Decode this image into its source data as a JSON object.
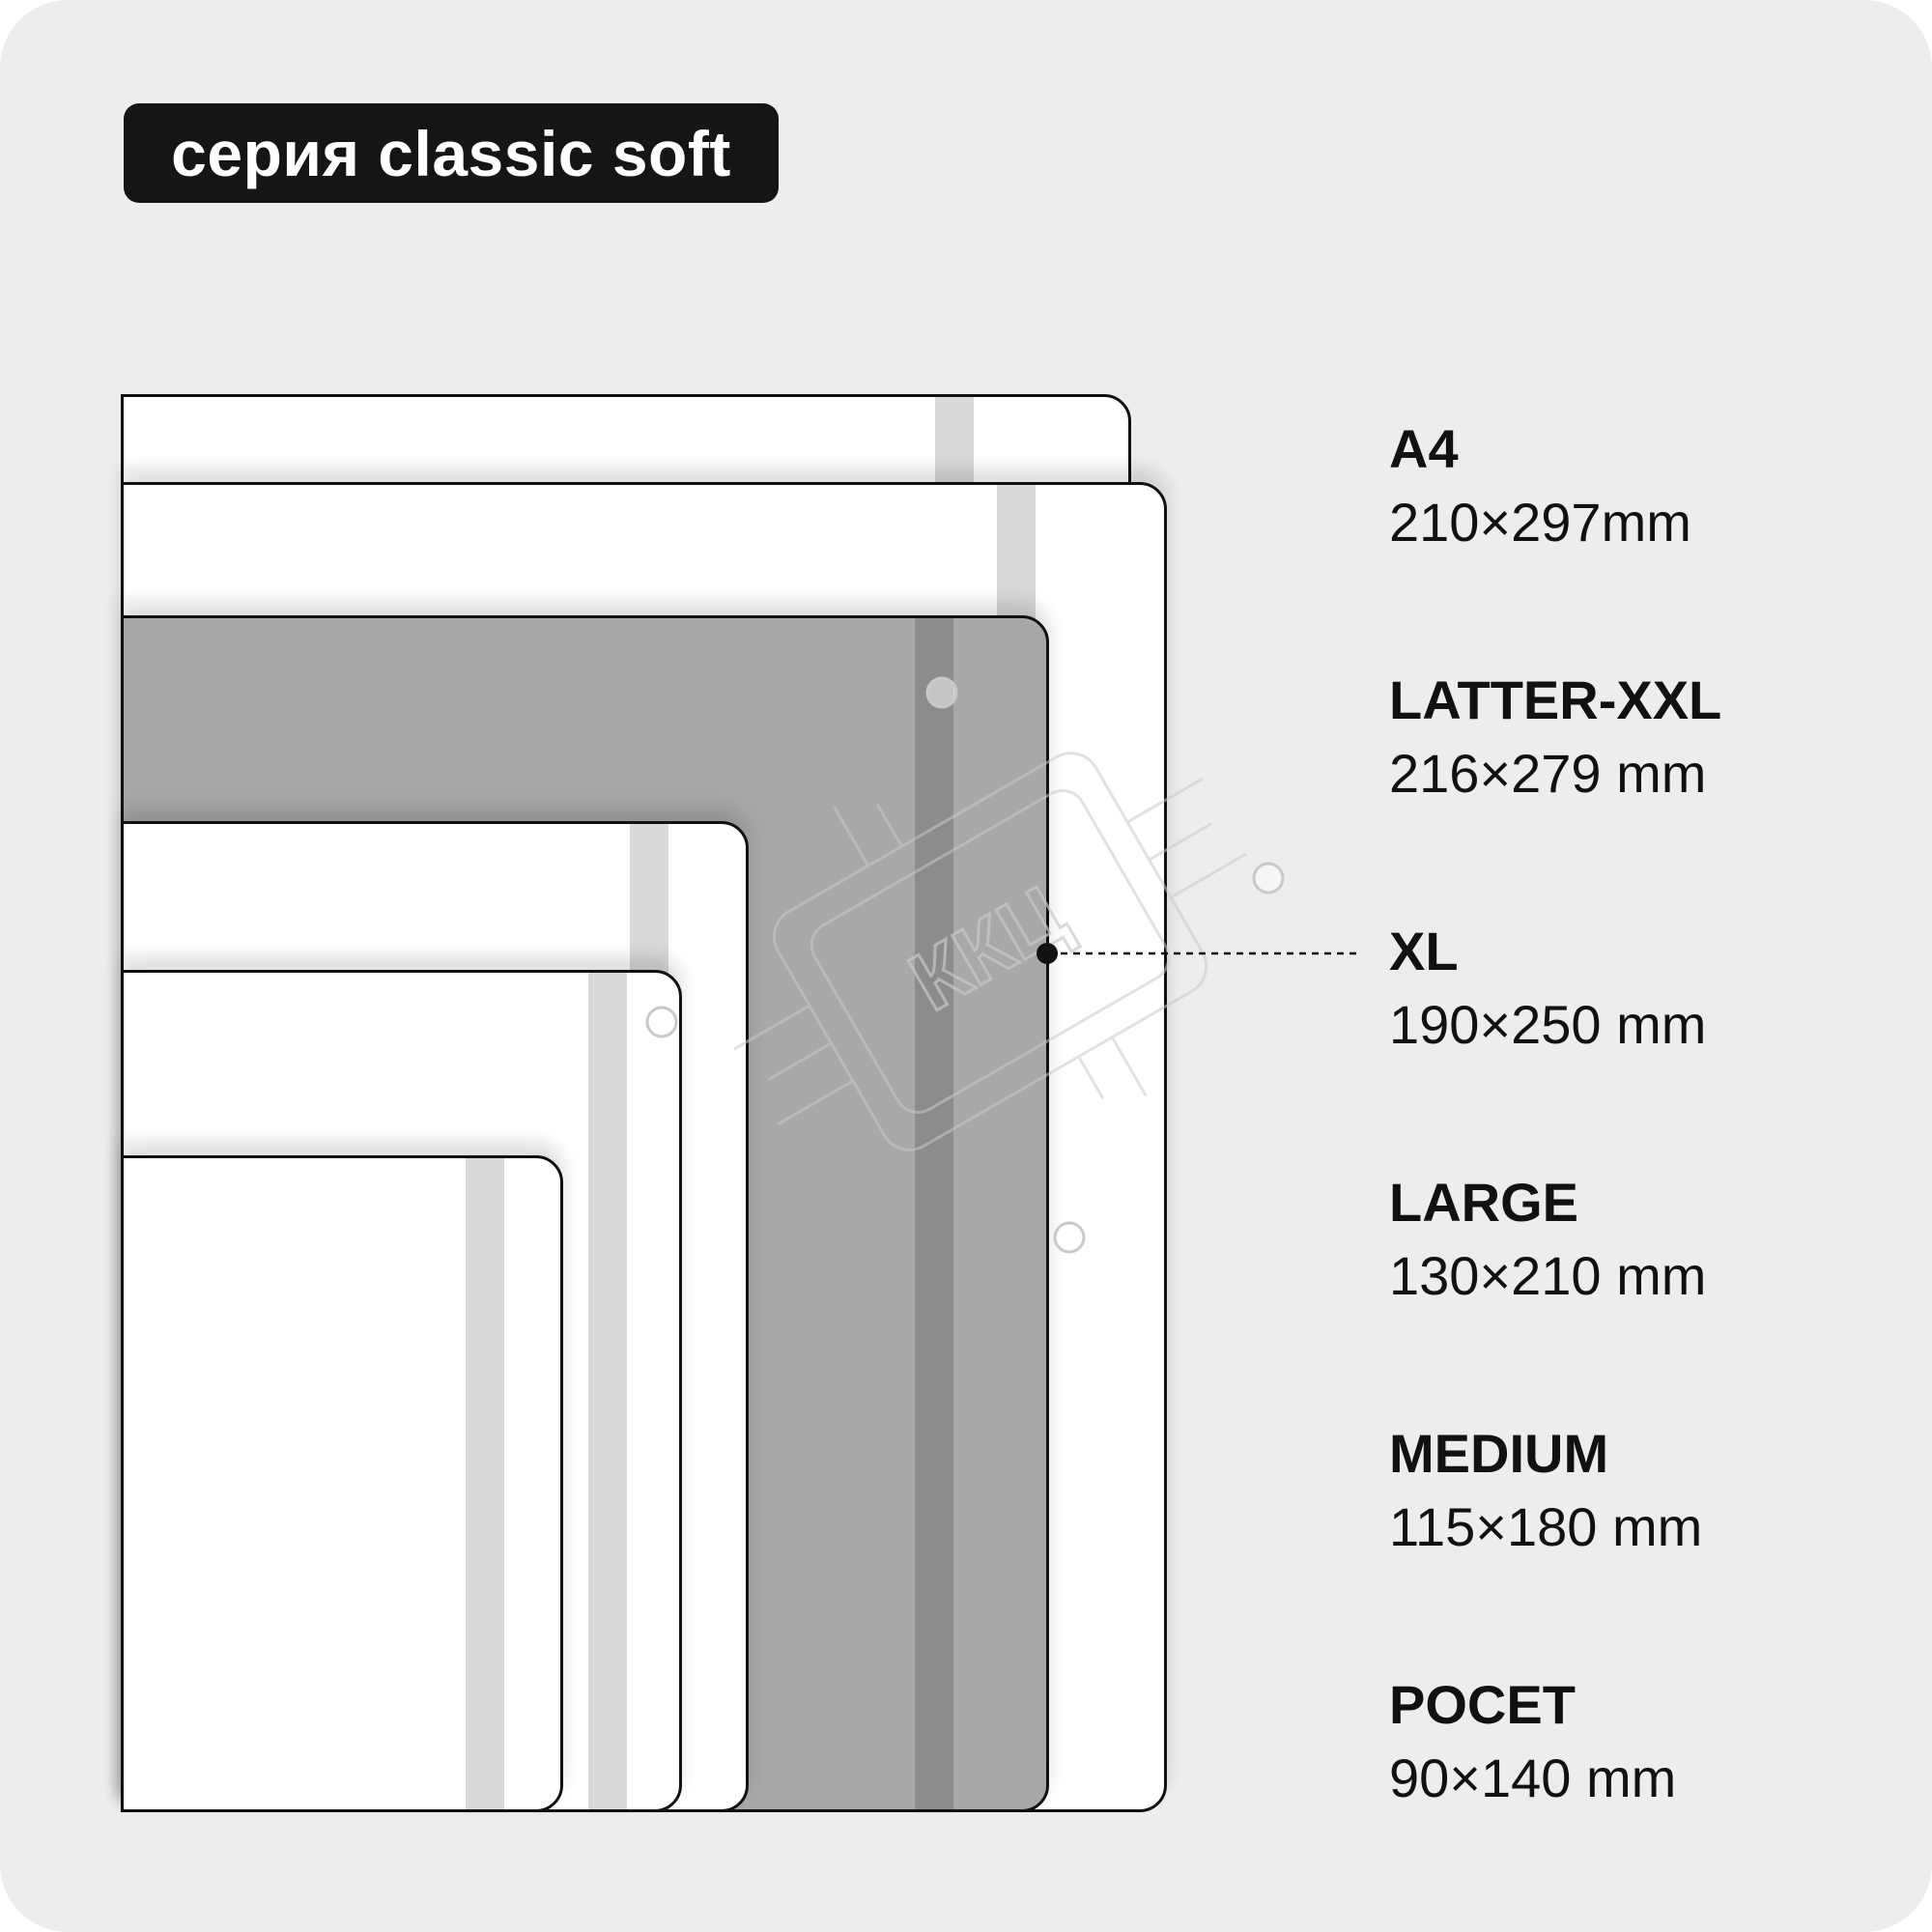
{
  "series_title": "серия classic soft",
  "highlight_color": "#a8a8a8",
  "highlighted_size": "XL",
  "watermark_text": "ККЦ",
  "sizes": [
    {
      "name": "A4",
      "dims": "210×297mm"
    },
    {
      "name": "LATTER-XXL",
      "dims": "216×279 mm"
    },
    {
      "name": "XL",
      "dims": "190×250 mm"
    },
    {
      "name": "LARGE",
      "dims": "130×210 mm"
    },
    {
      "name": "MEDIUM",
      "dims": "115×180 mm"
    },
    {
      "name": "POCET",
      "dims": "90×140 mm"
    }
  ]
}
